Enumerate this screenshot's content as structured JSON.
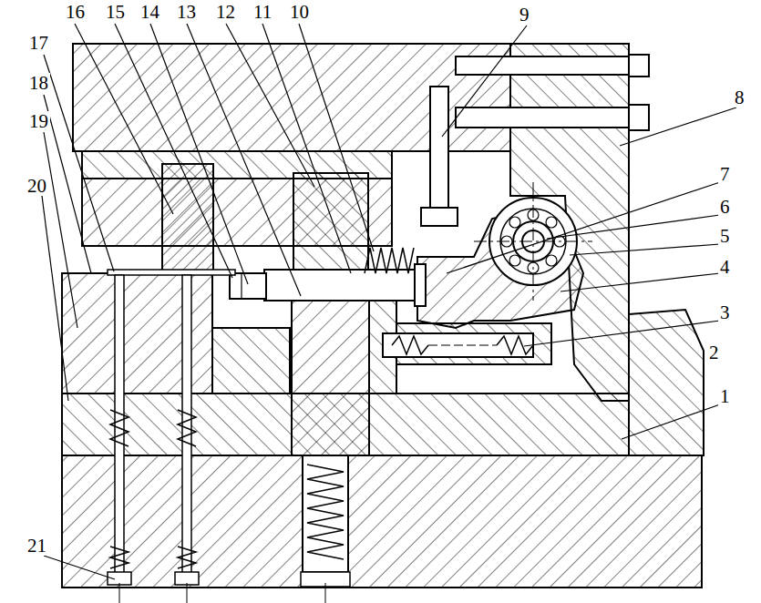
{
  "diagram": {
    "labels": [
      "16",
      "15",
      "14",
      "13",
      "12",
      "11",
      "10",
      "9",
      "8",
      "7",
      "6",
      "5",
      "4",
      "3",
      "2",
      "1",
      "17",
      "18",
      "19",
      "20",
      "21"
    ]
  }
}
